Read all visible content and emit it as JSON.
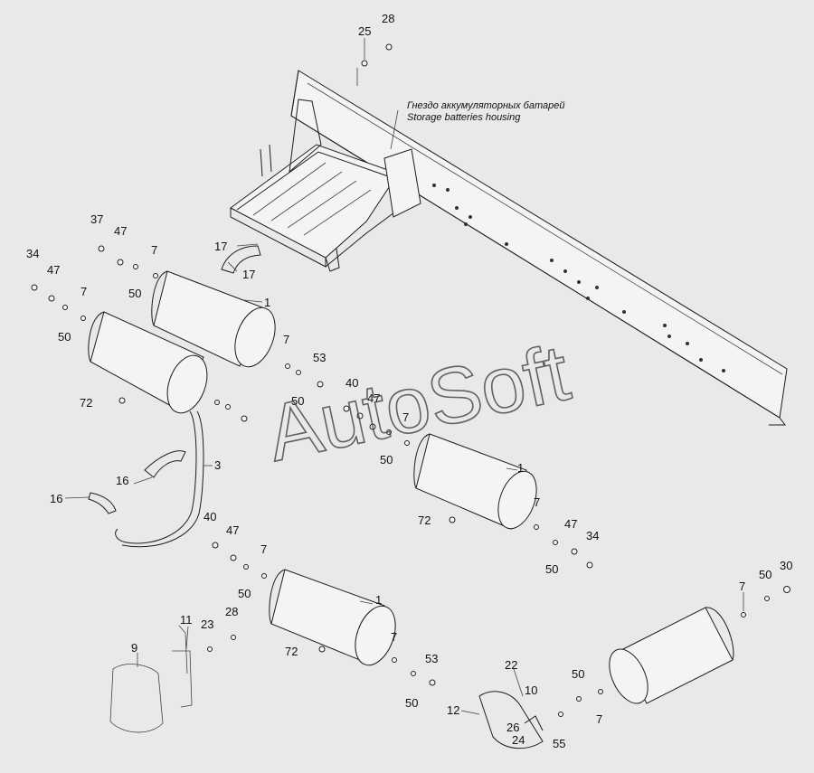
{
  "watermark": "AutoSoft",
  "note": {
    "ru": "Гнездо аккумуляторных батарей",
    "en": "Storage batteries housing"
  },
  "callouts": [
    "25",
    "28",
    "37",
    "47",
    "34",
    "47",
    "7",
    "50",
    "7",
    "50",
    "17",
    "17",
    "1",
    "7",
    "72",
    "53",
    "50",
    "40",
    "47",
    "7",
    "50",
    "16",
    "3",
    "16",
    "1",
    "7",
    "72",
    "40",
    "47",
    "7",
    "50",
    "34",
    "47",
    "50",
    "1",
    "72",
    "7",
    "53",
    "50",
    "11",
    "23",
    "28",
    "9",
    "22",
    "10",
    "26",
    "24",
    "55",
    "12",
    "50",
    "7",
    "50",
    "30",
    "7"
  ]
}
